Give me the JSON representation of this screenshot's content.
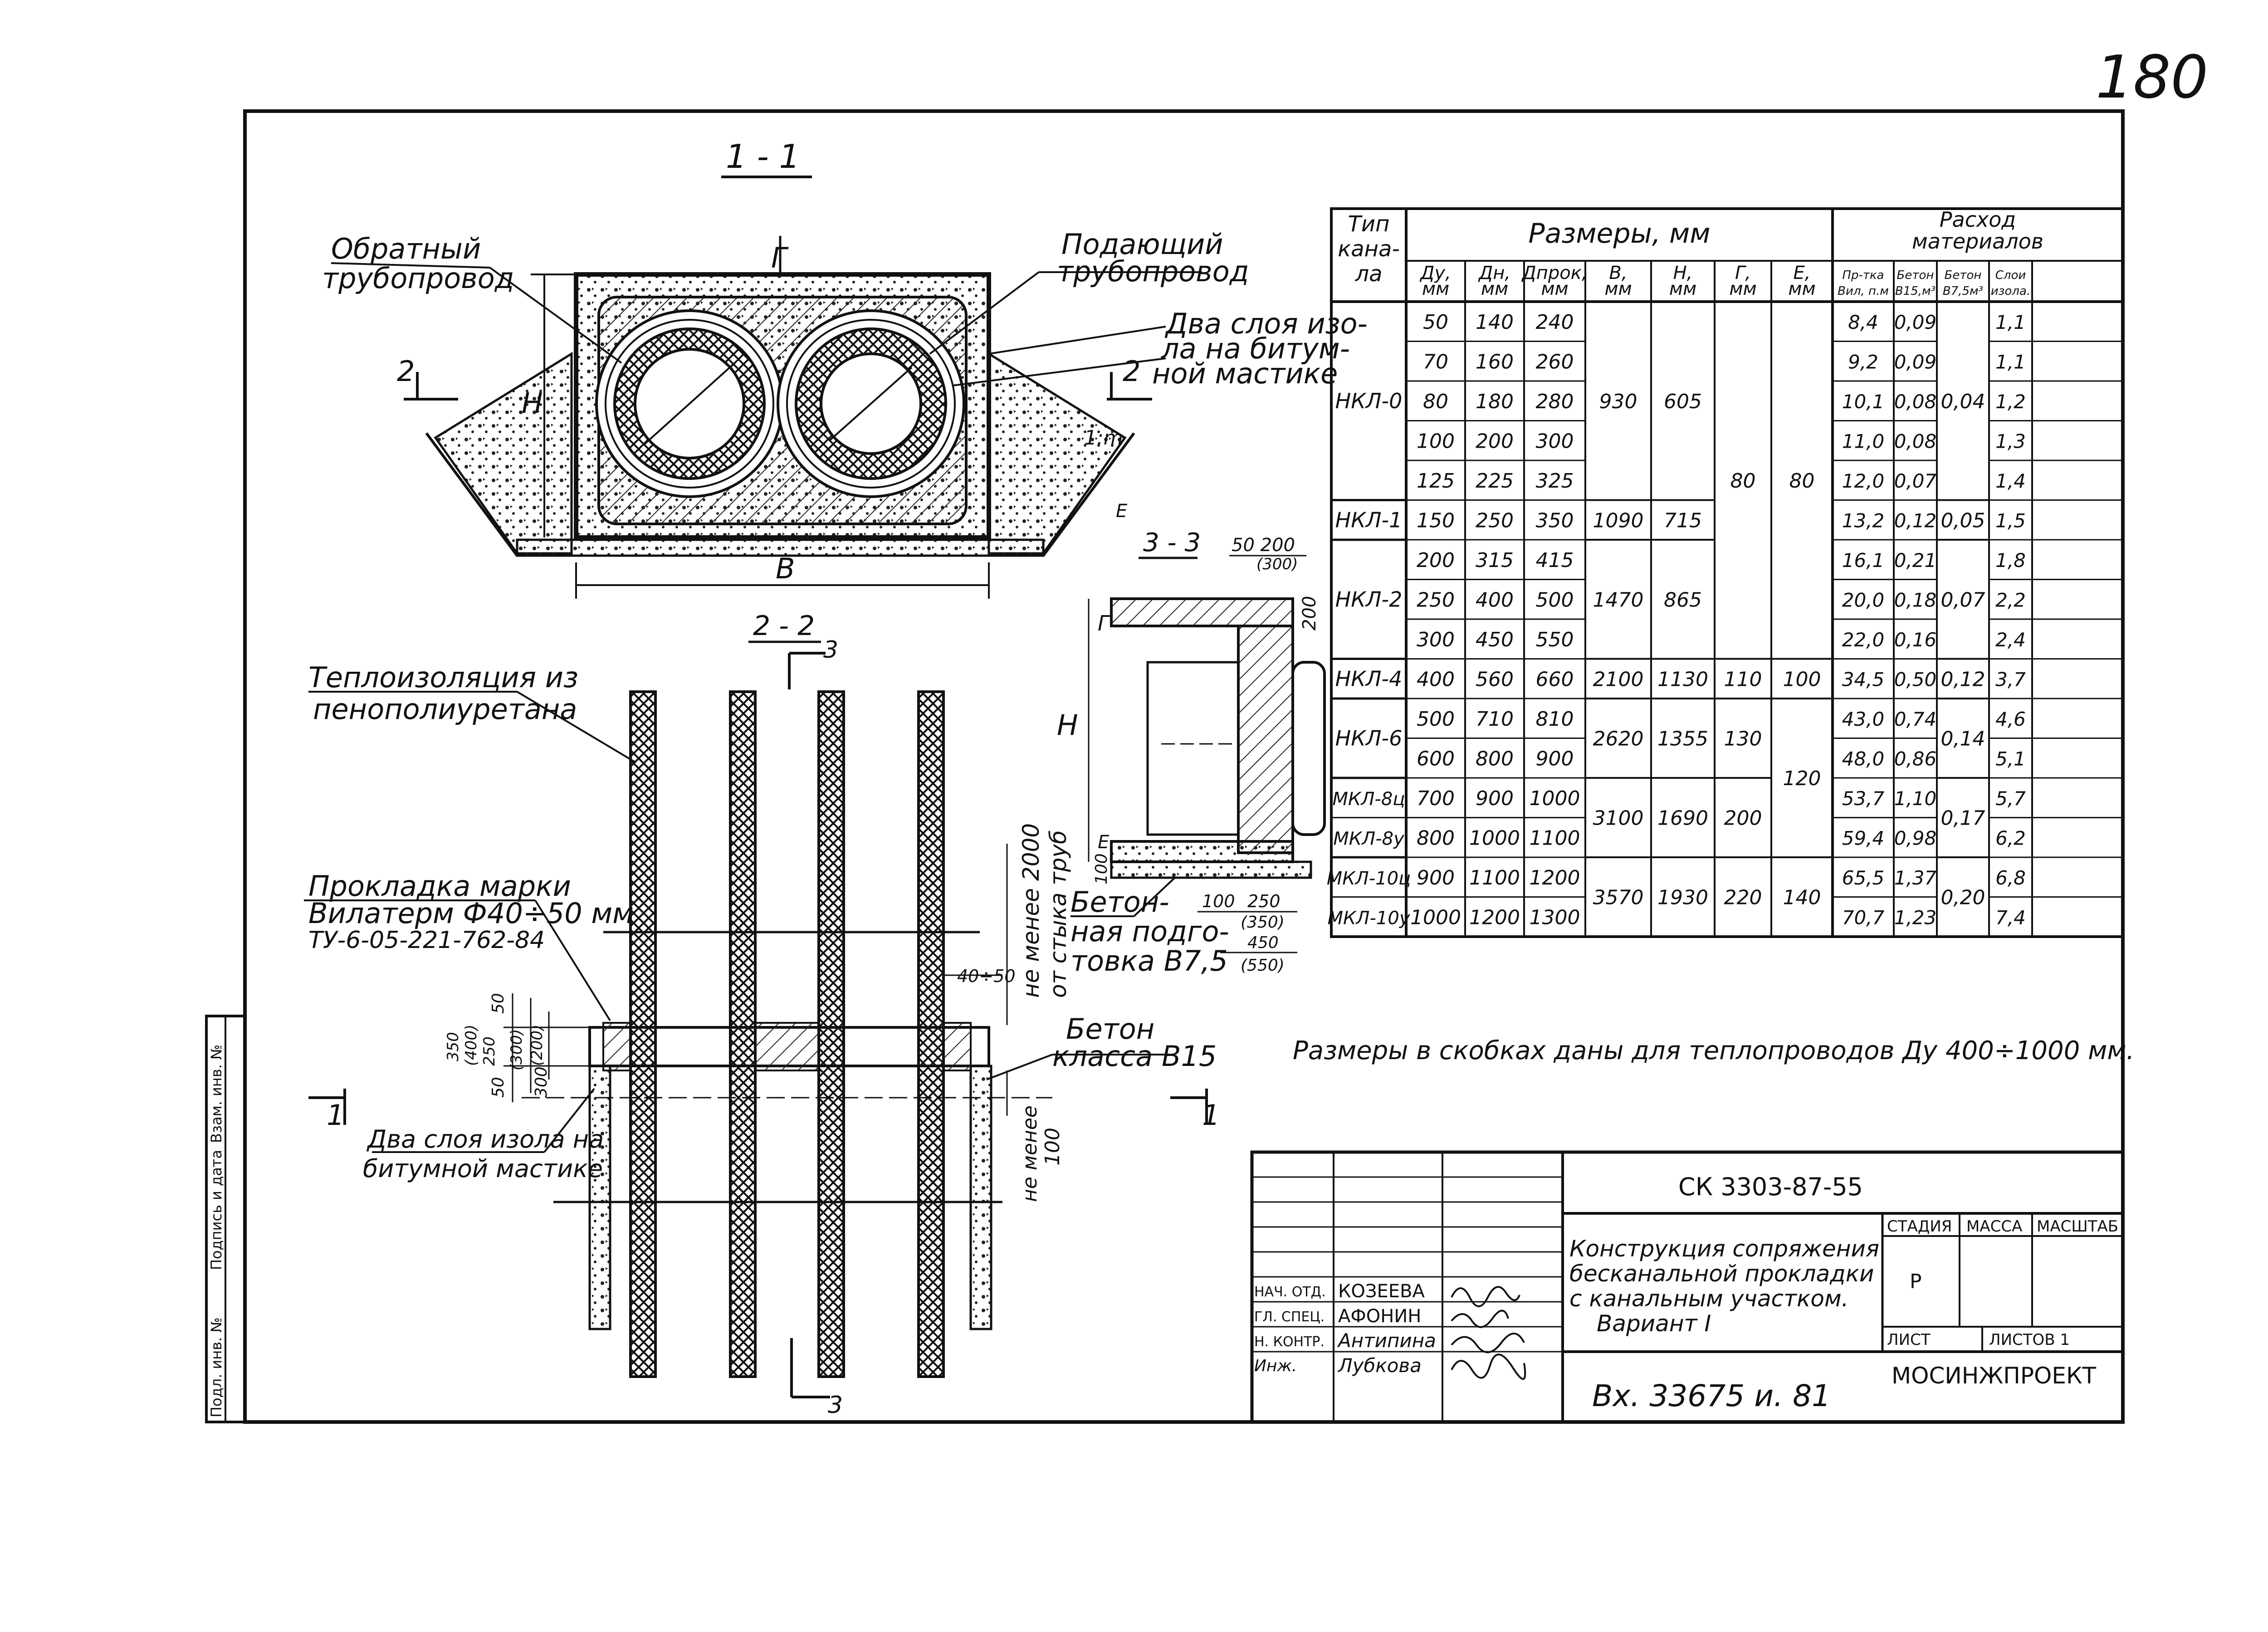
{
  "sheet_number": "180",
  "sections": {
    "s11": "1 - 1",
    "s22": "2 - 2",
    "s33": "3 - 3",
    "cut2": "2",
    "cut1": "1",
    "cut3": "3"
  },
  "labels": {
    "return_pipe_1": "Обратный",
    "return_pipe_2": "трубопровод",
    "supply_pipe_1": "Подающий",
    "supply_pipe_2": "трубопровод",
    "two_layers_1": "Два слоя изо-",
    "two_layers_2": "ла на битум-",
    "two_layers_3": "ной мастике",
    "insulation_1": "Теплоизоляция из",
    "insulation_2": "пенополиуретана",
    "gasket_1": "Прокладка марки",
    "gasket_2": "Вилатерм Ф40÷50 мм",
    "gasket_3": "ТУ-6-05-221-762-84",
    "two_layers_b1": "Два слоя изола на",
    "two_layers_b2": "битумной мастике",
    "concrete_prep_1": "Бетон-",
    "concrete_prep_2": "ная подго-",
    "concrete_prep_3": "товка В7,5",
    "concrete_1": "Бетон",
    "concrete_2": "класса В15",
    "min2000_1": "не менее 2000",
    "min2000_2": "от стыка труб",
    "min100_1": "не менее",
    "min100_2": "100",
    "dim_H": "Н",
    "dim_B": "В",
    "dim_G": "Г",
    "dim_E": "Е",
    "dim_slope": "1:m",
    "dim_4050": "40÷50",
    "d_50_200": "50 200",
    "d_300": "(300)",
    "d_200": "200",
    "d_100": "100",
    "d_250": "250",
    "d_350": "(350)",
    "d_450": "450",
    "d_550": "(550)",
    "d_350b": "350",
    "d_400b": "(400)",
    "d_250b": "250",
    "d_300b": "(300)",
    "d_200b": "(200)",
    "d_50a": "50",
    "d_50b": "50",
    "d_50c": "50",
    "d_300c": "300",
    "note": "Размеры в скобках даны для теплопроводов Ду 400÷1000 мм."
  },
  "table": {
    "h_type": [
      "Тип",
      "кана-",
      "ла"
    ],
    "h_sizes": "Размеры, мм",
    "h_mat": [
      "Расход",
      "материалов"
    ],
    "cols": [
      "Ду, мм",
      "Дн, мм",
      "Дпрок, мм",
      "В, мм",
      "Н, мм",
      "Г, мм",
      "Е, мм",
      "Пр-тка Вил, п.м",
      "Бетон В15,м³",
      "Бетон В7,5м³",
      "Слои изола."
    ],
    "rows": [
      {
        "type": "НКЛ-0",
        "du": "50",
        "dn": "140",
        "dp": "240",
        "b": "930",
        "h": "605",
        "g": "80",
        "e": "80",
        "pr": "8,4",
        "b15": "0,09",
        "b75": "0,04",
        "iz": "1,1"
      },
      {
        "type": "",
        "du": "70",
        "dn": "160",
        "dp": "260",
        "b": "",
        "h": "",
        "g": "",
        "e": "",
        "pr": "9,2",
        "b15": "0,09",
        "b75": "",
        "iz": "1,1"
      },
      {
        "type": "",
        "du": "80",
        "dn": "180",
        "dp": "280",
        "b": "",
        "h": "",
        "g": "",
        "e": "",
        "pr": "10,1",
        "b15": "0,08",
        "b75": "",
        "iz": "1,2"
      },
      {
        "type": "",
        "du": "100",
        "dn": "200",
        "dp": "300",
        "b": "",
        "h": "",
        "g": "",
        "e": "",
        "pr": "11,0",
        "b15": "0,08",
        "b75": "",
        "iz": "1,3"
      },
      {
        "type": "",
        "du": "125",
        "dn": "225",
        "dp": "325",
        "b": "",
        "h": "",
        "g": "",
        "e": "",
        "pr": "12,0",
        "b15": "0,07",
        "b75": "",
        "iz": "1,4"
      },
      {
        "type": "НКЛ-1",
        "du": "150",
        "dn": "250",
        "dp": "350",
        "b": "1090",
        "h": "715",
        "g": "",
        "e": "",
        "pr": "13,2",
        "b15": "0,12",
        "b75": "0,05",
        "iz": "1,5"
      },
      {
        "type": "НКЛ-2",
        "du": "200",
        "dn": "315",
        "dp": "415",
        "b": "1470",
        "h": "865",
        "g": "",
        "e": "",
        "pr": "16,1",
        "b15": "0,21",
        "b75": "0,07",
        "iz": "1,8"
      },
      {
        "type": "",
        "du": "250",
        "dn": "400",
        "dp": "500",
        "b": "",
        "h": "",
        "g": "",
        "e": "",
        "pr": "20,0",
        "b15": "0,18",
        "b75": "",
        "iz": "2,2"
      },
      {
        "type": "",
        "du": "300",
        "dn": "450",
        "dp": "550",
        "b": "",
        "h": "",
        "g": "",
        "e": "",
        "pr": "22,0",
        "b15": "0,16",
        "b75": "",
        "iz": "2,4"
      },
      {
        "type": "НКЛ-4",
        "du": "400",
        "dn": "560",
        "dp": "660",
        "b": "2100",
        "h": "1130",
        "g": "110",
        "e": "100",
        "pr": "34,5",
        "b15": "0,50",
        "b75": "0,12",
        "iz": "3,7"
      },
      {
        "type": "НКЛ-6",
        "du": "500",
        "dn": "710",
        "dp": "810",
        "b": "2620",
        "h": "1355",
        "g": "130",
        "e": "120",
        "pr": "43,0",
        "b15": "0,74",
        "b75": "0,14",
        "iz": "4,6"
      },
      {
        "type": "",
        "du": "600",
        "dn": "800",
        "dp": "900",
        "b": "",
        "h": "",
        "g": "",
        "e": "",
        "pr": "48,0",
        "b15": "0,86",
        "b75": "",
        "iz": "5,1"
      },
      {
        "type": "МКЛ-8ц",
        "du": "700",
        "dn": "900",
        "dp": "1000",
        "b": "3100",
        "h": "1690",
        "g": "200",
        "e": "",
        "pr": "53,7",
        "b15": "1,10",
        "b75": "0,17",
        "iz": "5,7"
      },
      {
        "type": "МКЛ-8у",
        "du": "800",
        "dn": "1000",
        "dp": "1100",
        "b": "",
        "h": "",
        "g": "",
        "e": "",
        "pr": "59,4",
        "b15": "0,98",
        "b75": "",
        "iz": "6,2"
      },
      {
        "type": "МКЛ-10ц",
        "du": "900",
        "dn": "1100",
        "dp": "1200",
        "b": "3570",
        "h": "1930",
        "g": "220",
        "e": "140",
        "pr": "65,5",
        "b15": "1,37",
        "b75": "0,20",
        "iz": "6,8"
      },
      {
        "type": "МКЛ-10у",
        "du": "1000",
        "dn": "1200",
        "dp": "1300",
        "b": "",
        "h": "",
        "g": "",
        "e": "",
        "pr": "70,7",
        "b15": "1,23",
        "b75": "",
        "iz": "7,4"
      }
    ]
  },
  "title_block": {
    "doc_code": "СК 3303-87-55",
    "title_1": "Конструкция сопряжения",
    "title_2": "бесканальной прокладки",
    "title_3": "с канальным участком.",
    "title_4": "Вариант I",
    "stage_h": "СТАДИЯ",
    "mass_h": "МАССА",
    "scale_h": "МАСШТАБ",
    "stage": "Р",
    "sheet_h": "ЛИСТ",
    "sheets_h": "ЛИСТОВ 1",
    "org": "МОСИНЖПРОЕКТ",
    "r1_role": "НАЧ. ОТД.",
    "r1_name": "КОЗЕЕВА",
    "r2_role": "ГЛ. СПЕЦ.",
    "r2_name": "АФОНИН",
    "r3_role": "Н. КОНТР.",
    "r3_name": "Антипина",
    "r4_role": "Инж.",
    "r4_name": "Лубкова",
    "inv": "Вх. 33675 и. 81",
    "side_1": "Подл. инв. №",
    "side_2": "Подпись и дата",
    "side_3": "Взам. инв. №"
  }
}
